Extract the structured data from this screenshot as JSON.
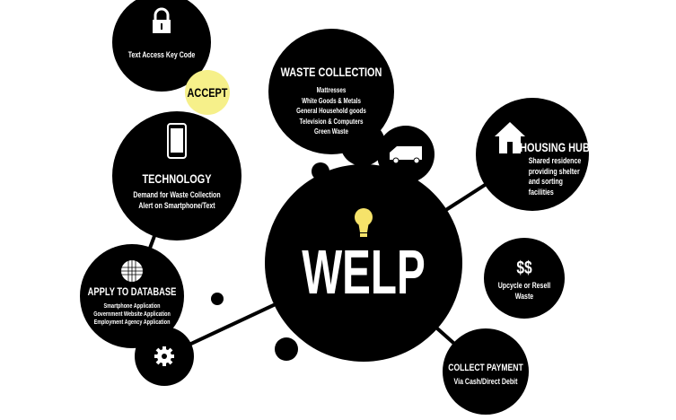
{
  "lock": {
    "label": "Text Access Key Code"
  },
  "accept": {
    "label": "ACCEPT",
    "color": "#f6f08a"
  },
  "technology": {
    "title": "TECHNOLOGY",
    "lines": [
      "Demand for Waste Collection",
      "Alert on Smartphone/Text"
    ]
  },
  "database": {
    "title": "APPLY TO DATABASE",
    "lines": [
      "Smartphone Application",
      "Government Website Application",
      "Employment Agency Application"
    ]
  },
  "waste": {
    "title": "WASTE COLLECTION",
    "lines": [
      "Mattresses",
      "White Goods & Metals",
      "General Household goods",
      "Television & Computers",
      "Green Waste"
    ]
  },
  "housing": {
    "title": "HOUSING HUB",
    "lines": [
      "Shared residence",
      "providing shelter",
      "and sorting",
      "facilities"
    ]
  },
  "center": {
    "title": "WELP",
    "bulb_color": "#f6e36a"
  },
  "money": {
    "title": "$$",
    "lines": [
      "Upcycle or Resell",
      "Waste"
    ]
  },
  "payment": {
    "title": "COLLECT PAYMENT",
    "lines": [
      "Via Cash/Direct Debit"
    ]
  }
}
